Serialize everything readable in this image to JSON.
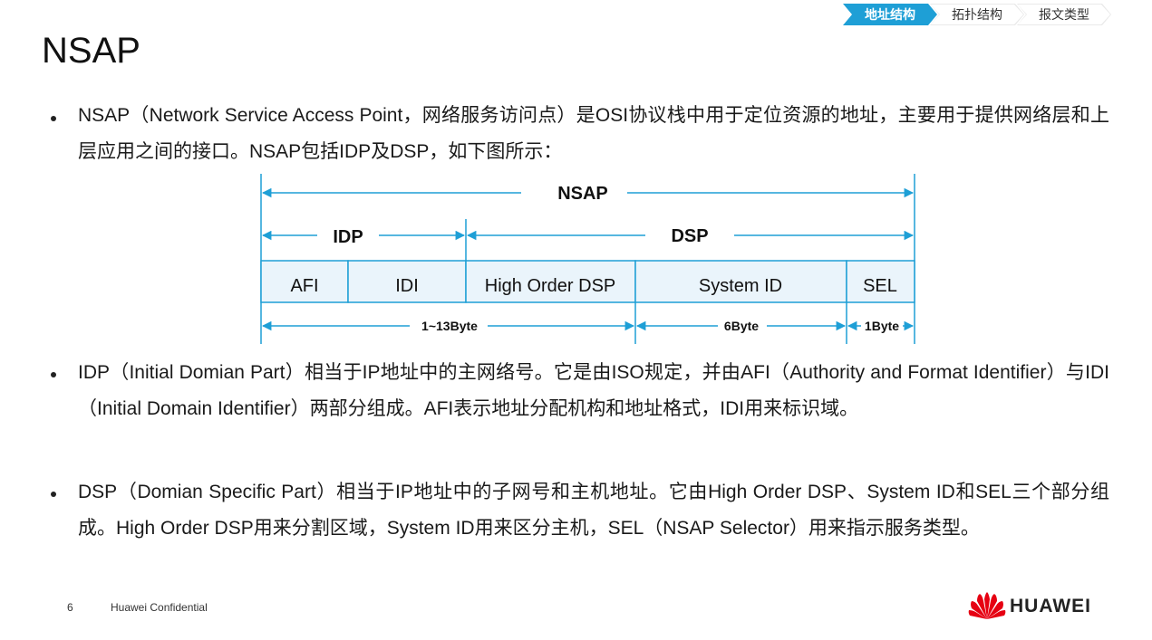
{
  "breadcrumbs": [
    {
      "label": "地址结构",
      "active": true
    },
    {
      "label": "拓扑结构",
      "active": false
    },
    {
      "label": "报文类型",
      "active": false
    }
  ],
  "title": "NSAP",
  "bullets": [
    "NSAP（Network Service Access Point，网络服务访问点）是OSI协议栈中用于定位资源的地址，主要用于提供网络层和上层应用之间的接口。NSAP包括IDP及DSP，如下图所示：",
    "IDP（Initial Domian Part）相当于IP地址中的主网络号。它是由ISO规定，并由AFI（Authority and Format Identifier）与IDI（Initial Domain Identifier）两部分组成。AFI表示地址分配机构和地址格式，IDI用来标识域。",
    "DSP（Domian Specific Part）相当于IP地址中的子网号和主机地址。它由High Order DSP、System ID和SEL三个部分组成。High Order DSP用来分割区域，System ID用来区分主机，SEL（NSAP Selector）用来指示服务类型。"
  ],
  "diagram": {
    "top_label": "NSAP",
    "mid_labels": [
      "IDP",
      "DSP"
    ],
    "fields": [
      "AFI",
      "IDI",
      "High Order DSP",
      "System ID",
      "SEL"
    ],
    "lengths": [
      "1~13Byte",
      "6Byte",
      "1Byte"
    ],
    "color_line": "#1e9fd6",
    "color_fill": "#eaf4fb"
  },
  "footer": {
    "page_number": "6",
    "confidential": "Huawei Confidential",
    "brand": "HUAWEI"
  },
  "colors": {
    "accent": "#1e9fd6",
    "logo_red": "#e60012"
  }
}
